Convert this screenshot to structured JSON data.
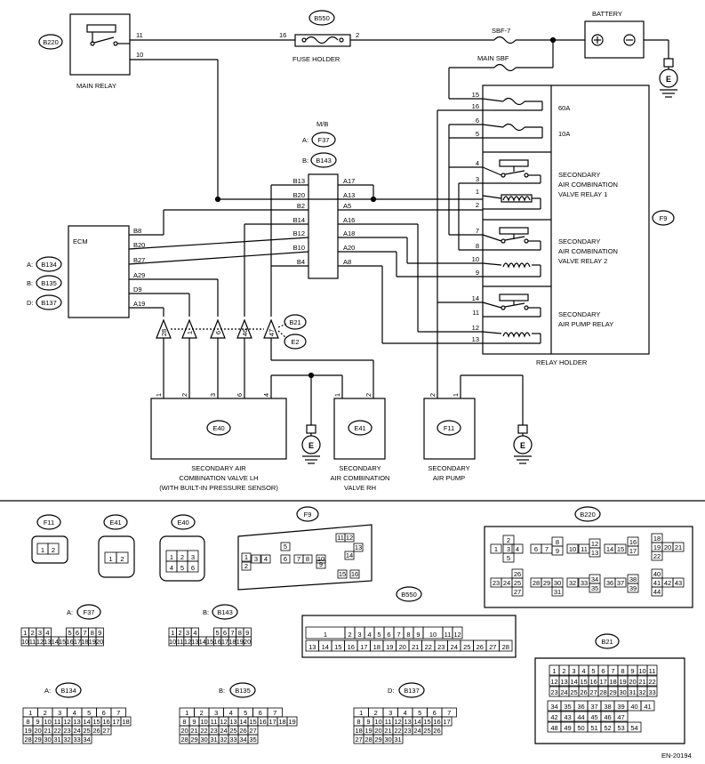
{
  "labels": {
    "main_relay": "MAIN RELAY",
    "fuse_holder": "FUSE HOLDER",
    "battery": "BATTERY",
    "sbf7": "SBF-7",
    "main_sbf": "MAIN SBF",
    "mb": "M/B",
    "ecm": "ECM",
    "relay_holder": "RELAY HOLDER",
    "fuse_60a": "60A",
    "fuse_10a": "10A",
    "relay1": [
      "SECONDARY",
      "AIR COMBINATION",
      "VALVE RELAY 1"
    ],
    "relay2": [
      "SECONDARY",
      "AIR COMBINATION",
      "VALVE RELAY 2"
    ],
    "relay3": [
      "SECONDARY",
      "AIR PUMP RELAY"
    ],
    "valve_lh": [
      "SECONDARY AIR",
      "COMBINATION VALVE LH",
      "(WITH BUILT-IN PRESSURE SENSOR)"
    ],
    "valve_rh": [
      "SECONDARY",
      "AIR COMBINATION",
      "VALVE RH"
    ],
    "air_pump": [
      "SECONDARY",
      "AIR PUMP"
    ],
    "ground": "E",
    "doc_id": "EN-20194"
  },
  "connectors": {
    "b220": "B220",
    "b550": "B550",
    "f37": "F37",
    "b143": "B143",
    "b134": "B134",
    "b135": "B135",
    "b137": "B137",
    "f9": "F9",
    "b21": "B21",
    "e2": "E2",
    "e40": "E40",
    "e41": "E41",
    "f11": "F11"
  },
  "prefixes": {
    "a": "A:",
    "b": "B:",
    "d": "D:"
  },
  "pins": {
    "relay_11": "11",
    "relay_10": "10",
    "fuse_16": "16",
    "fuse_2": "2",
    "mb_left": [
      "B13",
      "B20",
      "B2",
      "B14",
      "B12",
      "B10",
      "B4"
    ],
    "mb_right": [
      "A17",
      "A13",
      "A5",
      "A16",
      "A18",
      "A20",
      "A8"
    ],
    "ecm": [
      "B8",
      "B20",
      "B27",
      "A29",
      "D9",
      "A19"
    ],
    "rh": [
      "15",
      "16",
      "6",
      "5",
      "4",
      "3",
      "1",
      "2",
      "7",
      "8",
      "10",
      "9",
      "14",
      "11",
      "12",
      "13"
    ],
    "joint": [
      "28",
      "1",
      "6",
      "46",
      "47"
    ],
    "lh": [
      "1",
      "2",
      "3",
      "6",
      "4"
    ],
    "e41": [
      "1",
      "2"
    ],
    "f11": [
      "2",
      "1"
    ]
  },
  "views": {
    "f11": {
      "rows": [
        [
          "1",
          "2"
        ]
      ]
    },
    "e41": {
      "rows": [
        [
          "1",
          "2"
        ]
      ]
    },
    "e40": {
      "rows": [
        [
          "1",
          "2",
          "3"
        ],
        [
          "4",
          "5",
          "6"
        ]
      ]
    },
    "f37": {
      "rows": [
        [
          "1",
          "2",
          "3",
          "4",
          "",
          "",
          "5",
          "6",
          "7",
          "8",
          "9"
        ],
        [
          "10",
          "11",
          "12",
          "13",
          "14",
          "15",
          "16",
          "17",
          "18",
          "19",
          "20"
        ]
      ]
    },
    "b143": {
      "rows": [
        [
          "1",
          "2",
          "3",
          "4",
          "",
          "",
          "5",
          "6",
          "7",
          "8",
          "9"
        ],
        [
          "10",
          "11",
          "12",
          "13",
          "14",
          "15",
          "16",
          "17",
          "18",
          "19",
          "20"
        ]
      ]
    },
    "b550_top": [
      "1",
      "2",
      "3",
      "4",
      "5",
      "6",
      "7",
      "8",
      "9",
      "10",
      "11",
      "12"
    ],
    "b550_bot": [
      "13",
      "14",
      "15",
      "16",
      "17",
      "18",
      "19",
      "20",
      "21",
      "22",
      "23",
      "24",
      "25",
      "26",
      "27",
      "28"
    ],
    "b134": {
      "rows": [
        [
          "1",
          "2",
          "3",
          "4",
          "5",
          "6",
          "7"
        ],
        [
          "8",
          "9",
          "10",
          "11",
          "12",
          "13",
          "14",
          "15",
          "16",
          "17",
          "18"
        ],
        [
          "19",
          "20",
          "21",
          "22",
          "23",
          "24",
          "25",
          "26",
          "27"
        ],
        [
          "28",
          "29",
          "30",
          "31",
          "32",
          "33",
          "34"
        ]
      ]
    },
    "b135": {
      "rows": [
        [
          "1",
          "2",
          "3",
          "4",
          "5",
          "6",
          "7"
        ],
        [
          "8",
          "9",
          "10",
          "11",
          "12",
          "13",
          "14",
          "15",
          "16",
          "17",
          "18",
          "19"
        ],
        [
          "20",
          "21",
          "22",
          "23",
          "24",
          "25",
          "26",
          "27"
        ],
        [
          "28",
          "29",
          "30",
          "31",
          "32",
          "33",
          "34",
          "35"
        ]
      ]
    },
    "b137": {
      "rows": [
        [
          "1",
          "2",
          "3",
          "4",
          "5",
          "6",
          "7"
        ],
        [
          "8",
          "9",
          "10",
          "11",
          "12",
          "13",
          "14",
          "15",
          "16",
          "17"
        ],
        [
          "18",
          "19",
          "20",
          "21",
          "22",
          "23",
          "24",
          "25",
          "26"
        ],
        [
          "27",
          "28",
          "29",
          "30",
          "31"
        ]
      ]
    },
    "b21": {
      "rows": [
        [
          "1",
          "2",
          "3",
          "4",
          "5",
          "6",
          "7",
          "8",
          "9",
          "10",
          "11"
        ],
        [
          "12",
          "13",
          "14",
          "15",
          "16",
          "17",
          "18",
          "19",
          "20",
          "21",
          "22"
        ],
        [
          "23",
          "24",
          "25",
          "26",
          "27",
          "28",
          "29",
          "30",
          "31",
          "32",
          "33"
        ],
        [
          "34",
          "35",
          "36",
          "37",
          "38",
          "39",
          "40",
          "41"
        ],
        [
          "42",
          "43",
          "44",
          "45",
          "46",
          "47"
        ],
        [
          "48",
          "49",
          "50",
          "51",
          "52",
          "53",
          "54"
        ]
      ]
    },
    "f9": [
      "1",
      "2",
      "3",
      "4",
      "5",
      "6",
      "7",
      "8",
      "9",
      "10",
      "11",
      "12",
      "13",
      "14",
      "15",
      "16"
    ],
    "b220": [
      "1",
      "2",
      "3",
      "4",
      "5",
      "6",
      "7",
      "8",
      "9",
      "10",
      "11",
      "12",
      "13",
      "14",
      "15",
      "16",
      "17",
      "18",
      "19",
      "20",
      "21",
      "22",
      "23",
      "24",
      "25",
      "26",
      "27",
      "28",
      "29",
      "30",
      "31",
      "32",
      "33",
      "34",
      "35",
      "36",
      "37",
      "38",
      "39",
      "40",
      "41",
      "42",
      "43",
      "44"
    ]
  }
}
